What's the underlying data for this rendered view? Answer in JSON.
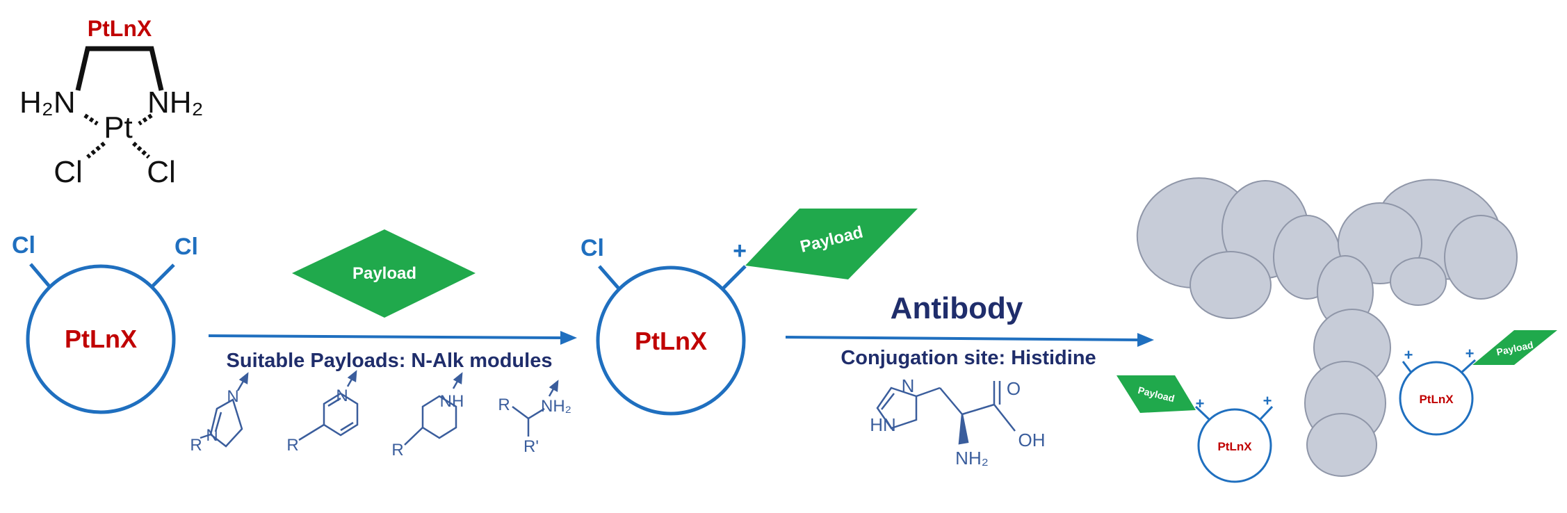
{
  "colors": {
    "red": "#c00000",
    "blue": "#1f6fbf",
    "navy": "#1f2d6b",
    "green": "#20a94c",
    "chem_blue": "#3a5d9c",
    "black": "#111111",
    "protein": "#c7ccd8"
  },
  "structure": {
    "linker": "PtLnX",
    "nh2_left": "H₂N",
    "nh2_right": "NH₂",
    "pt": "Pt",
    "cl_left": "Cl",
    "cl_right": "Cl"
  },
  "complex1": {
    "label": "PtLnX",
    "cl_left": "Cl",
    "cl_right": "Cl"
  },
  "payload_step1": "Payload",
  "arrow1": {
    "caption": "Suitable Payloads: N-Alk modules"
  },
  "modules": {
    "imidazole": {
      "n_top": "N",
      "n_ring": "N",
      "r": "R"
    },
    "pyridine": {
      "n": "N",
      "r": "R"
    },
    "piperidine": {
      "nh": "NH",
      "r": "R"
    },
    "amine": {
      "r": "R",
      "nh2": "NH₂",
      "r_prime": "R'"
    }
  },
  "complex2": {
    "label": "PtLnX",
    "cl": "Cl",
    "plus": "+",
    "payload": "Payload"
  },
  "arrow2": {
    "title": "Antibody",
    "caption": "Conjugation site: Histidine"
  },
  "histidine": {
    "n_top": "N",
    "hn": "HN",
    "nh2": "NH₂",
    "o": "O",
    "oh": "OH"
  },
  "conjugate": {
    "left": {
      "label": "PtLnX",
      "payload": "Payload",
      "plus_a": "+",
      "plus_b": "+"
    },
    "right": {
      "label": "PtLnX",
      "payload": "Payload",
      "plus_a": "+",
      "plus_b": "+"
    }
  }
}
